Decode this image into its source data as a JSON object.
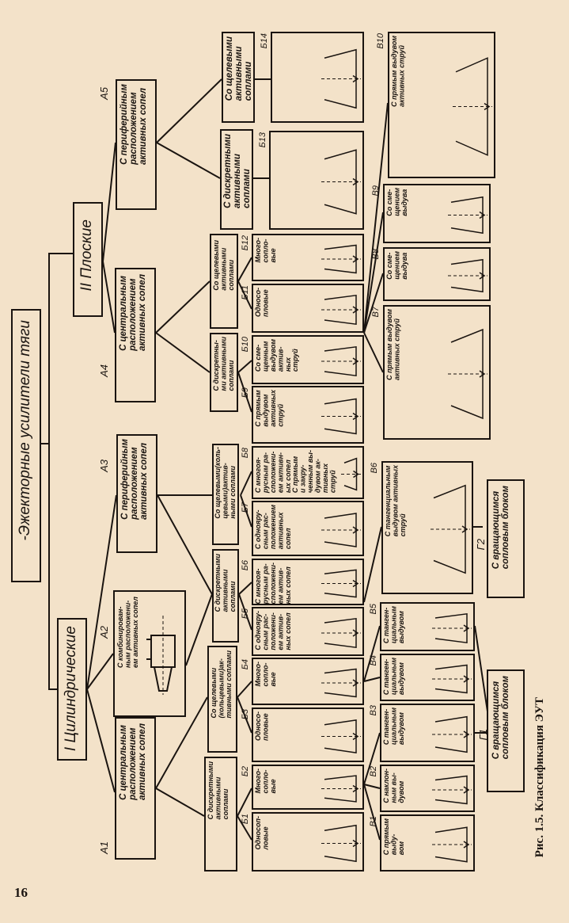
{
  "page_number": "16",
  "caption": "Рис. 1.5. Классификация ЭУТ",
  "root": "-Эжекторные усилители тяги",
  "groups": {
    "cyl": "I Цилиндрические",
    "flat": "II Плоские"
  },
  "level_a": [
    {
      "code": "А1",
      "text": "С центральным\nрасположением\nактивных сопел"
    },
    {
      "code": "А2",
      "text": "С комбинирован-\nным расположени-\nем активных сопел"
    },
    {
      "code": "А3",
      "text": "С периферийным\nрасположением\nактивных сопел"
    },
    {
      "code": "А4",
      "text": "С центральным\nрасположением\nактивных сопел"
    },
    {
      "code": "А5",
      "text": "С периферийным\nрасположением\nактивных сопел"
    }
  ],
  "nozzle_types": [
    "С дискретными\nактивными\nсоплами",
    "Со щелевыми\n(кольцевыми)ак-\nтивными соплами",
    "С дискретными\nактивными\nсоплами",
    "Со щелевыми(коль-\nцевыми)актив-\nными соплами",
    "С дискретны-\nми активными\nсоплами",
    "Со щелевыми\nактивными\nсоплами",
    "С дискретными\nактивными\nсоплами",
    "Со щелевыми\nактивными\nсоплами"
  ],
  "level_b": [
    {
      "code": "Б1",
      "text": "Односоп-\nловые"
    },
    {
      "code": "Б2",
      "text": "Много-\nсопло-\nвые"
    },
    {
      "code": "Б3",
      "text": "Односо-\nпловые"
    },
    {
      "code": "Б4",
      "text": "Много-\nсопло-\nвые"
    },
    {
      "code": "Б5",
      "text": "С однояру-\nсным рас-\nположени-\nем актив-\nных сопел"
    },
    {
      "code": "Б6",
      "text": "С многоя-\nрусным ра-\nсположени-\nем актив-\nных сопел"
    },
    {
      "code": "Б7",
      "text": "С однояру-\nсным рас-\nположением\nактивных\nсопел"
    },
    {
      "code": "Б8",
      "text": "С многоя-\nрусным ра-\nсположени-\nем активн-\nых сопел\nС прямым\nи закру-\nченным вы-\nдувом ак-\nтивных\nструй"
    },
    {
      "code": "Б9",
      "text": "С прямым\nвыдувом\nактивных\nструй"
    },
    {
      "code": "Б10",
      "text": "Со сме-\nщенным\nвыдувом\nактив-\nных\nструй"
    },
    {
      "code": "Б11",
      "text": "Односо-\nпловые"
    },
    {
      "code": "Б12",
      "text": "Много-\nсопло-\nвые"
    },
    {
      "code": "Б13",
      "text": ""
    },
    {
      "code": "Б14",
      "text": ""
    }
  ],
  "level_v": [
    {
      "code": "В1",
      "text": "С прямым\nвыду-\nвом"
    },
    {
      "code": "В2",
      "text": "С наклон-\nным вы-\nдувом"
    },
    {
      "code": "В3",
      "text": "С танген-\nциальным\nвыдувом"
    },
    {
      "code": "В4",
      "text": "С танген-\nциальным\nвыдувом"
    },
    {
      "code": "В5",
      "text": "С танген-\nциальным\nвыдувом"
    },
    {
      "code": "В6",
      "text": "С тангенциальным\nвыдувом активных\nструй"
    },
    {
      "code": "В7",
      "text": "С прямым выдувом\nактивных струй"
    },
    {
      "code": "В8",
      "text": "Со сме-\nщением\nвыдува"
    },
    {
      "code": "В9",
      "text": "Со сме-\nщением\nвыдува"
    },
    {
      "code": "В10",
      "text": "С прямым выдувом\nактивных струй"
    }
  ],
  "level_g": [
    {
      "code": "Г1",
      "text": "С вращающимся\nсопловым блоком"
    },
    {
      "code": "Г2",
      "text": "С вращающимся\nсопловым блоком"
    }
  ],
  "colors": {
    "paper": "#f3e2c9",
    "ink": "#1a1410"
  }
}
